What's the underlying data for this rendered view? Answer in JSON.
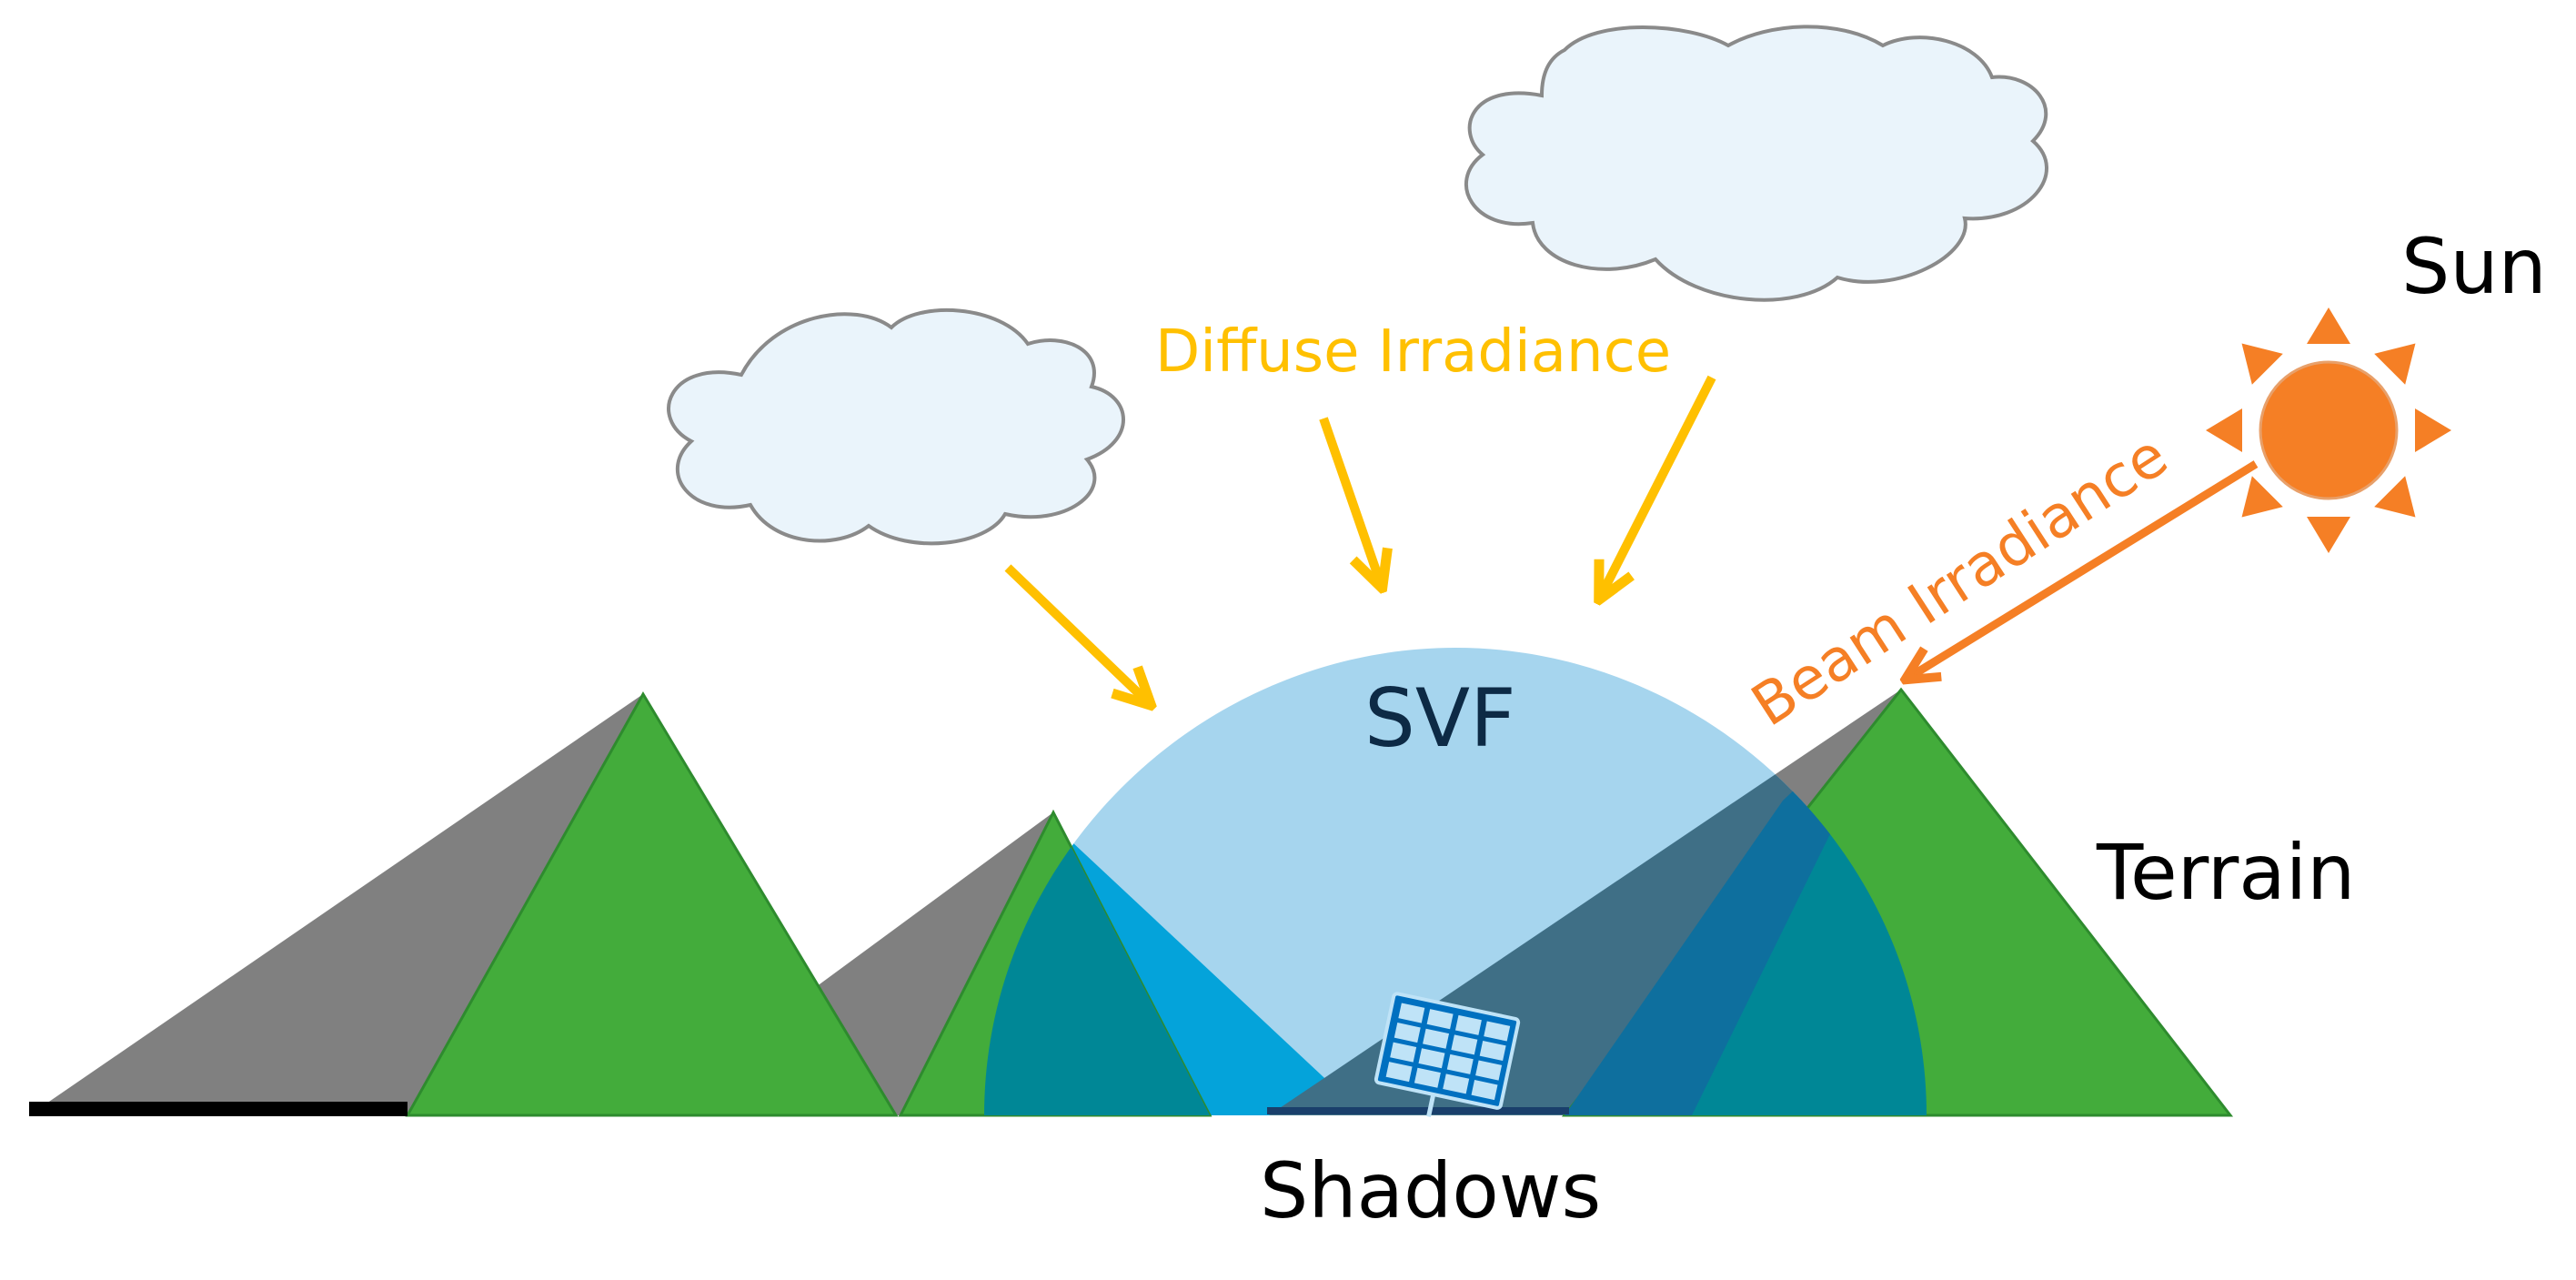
{
  "labels": {
    "sun": "Sun",
    "diffuse": "Diffuse Irradiance",
    "beam": "Beam Irradiance",
    "svf": "SVF",
    "terrain": "Terrain",
    "shadows": "Shadows"
  },
  "icons": {
    "sun": "sun-icon",
    "cloud": "cloud-icon",
    "panel": "solar-panel-icon"
  },
  "colors": {
    "diffuse_text": "#FFC000",
    "beam_text": "#F57F25",
    "sun_fill": "#F57F25",
    "cloud_fill": "#EAF4FB",
    "cloud_stroke": "#8A8A8A",
    "dome": "#A6D5EE",
    "dome_inner": "#04A3DA",
    "shadow": "#808080",
    "mountain": "#43AC3B",
    "overlap": "#008796",
    "panel": "#0070C0"
  }
}
